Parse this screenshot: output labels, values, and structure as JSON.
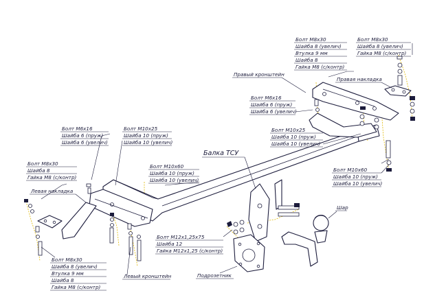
{
  "labels": {
    "top_right_far": [
      "Болт М8х30",
      "Шайба 8 (увелич)",
      "Гайка М8 (с/контр)"
    ],
    "top_right_near": [
      "Болт М8х30",
      "Шайба 8 (увелич)",
      "Втулка 9 мм",
      "Шайба 8",
      "Гайка М8 (с/контр)"
    ],
    "right_bracket": "Правый кронштейн",
    "right_plate": "Правая накладка",
    "m6_right": [
      "Болт М6х16",
      "Шайба 6 (пруж)",
      "Шайба 6 (увелич)"
    ],
    "m10x25_right": [
      "Болт М10х25",
      "Шайба 10 (пруж)",
      "Шайба 10 (увелич)"
    ],
    "m6_left": [
      "Болт М6х16",
      "Шайба 6 (пруж)",
      "Шайба 6 (увелич)"
    ],
    "m10x25_left": [
      "Болт М10х25",
      "Шайба 10 (пруж)",
      "Шайба 10 (увелич)"
    ],
    "beam": "Балка ТСУ",
    "m8_left_top": [
      "Болт М8х30",
      "Шайба 8",
      "Гайка М8 (с/контр)"
    ],
    "left_plate": "Левая накладка",
    "m10x60_center": [
      "Болт М10х60",
      "Шайба 10 (пруж)",
      "Шайба 10 (увелич)"
    ],
    "m10x60_right": [
      "Болт М10х60",
      "Шайба 10 (пруж)",
      "Шайба 10 (увелич)"
    ],
    "ball": "Шар",
    "m12": [
      "Болт М12х1,25х75",
      "Шайба 12",
      "Гайка М12х1,25 (с/контр)"
    ],
    "m8_left_bottom": [
      "Болт М8х30",
      "Шайба 8 (увелич)",
      "Втулка 9 мм",
      "Шайба 8",
      "Гайка М8 (с/контр)"
    ],
    "left_bracket": "Левый кронштейн",
    "socket": "Подрозетник"
  }
}
